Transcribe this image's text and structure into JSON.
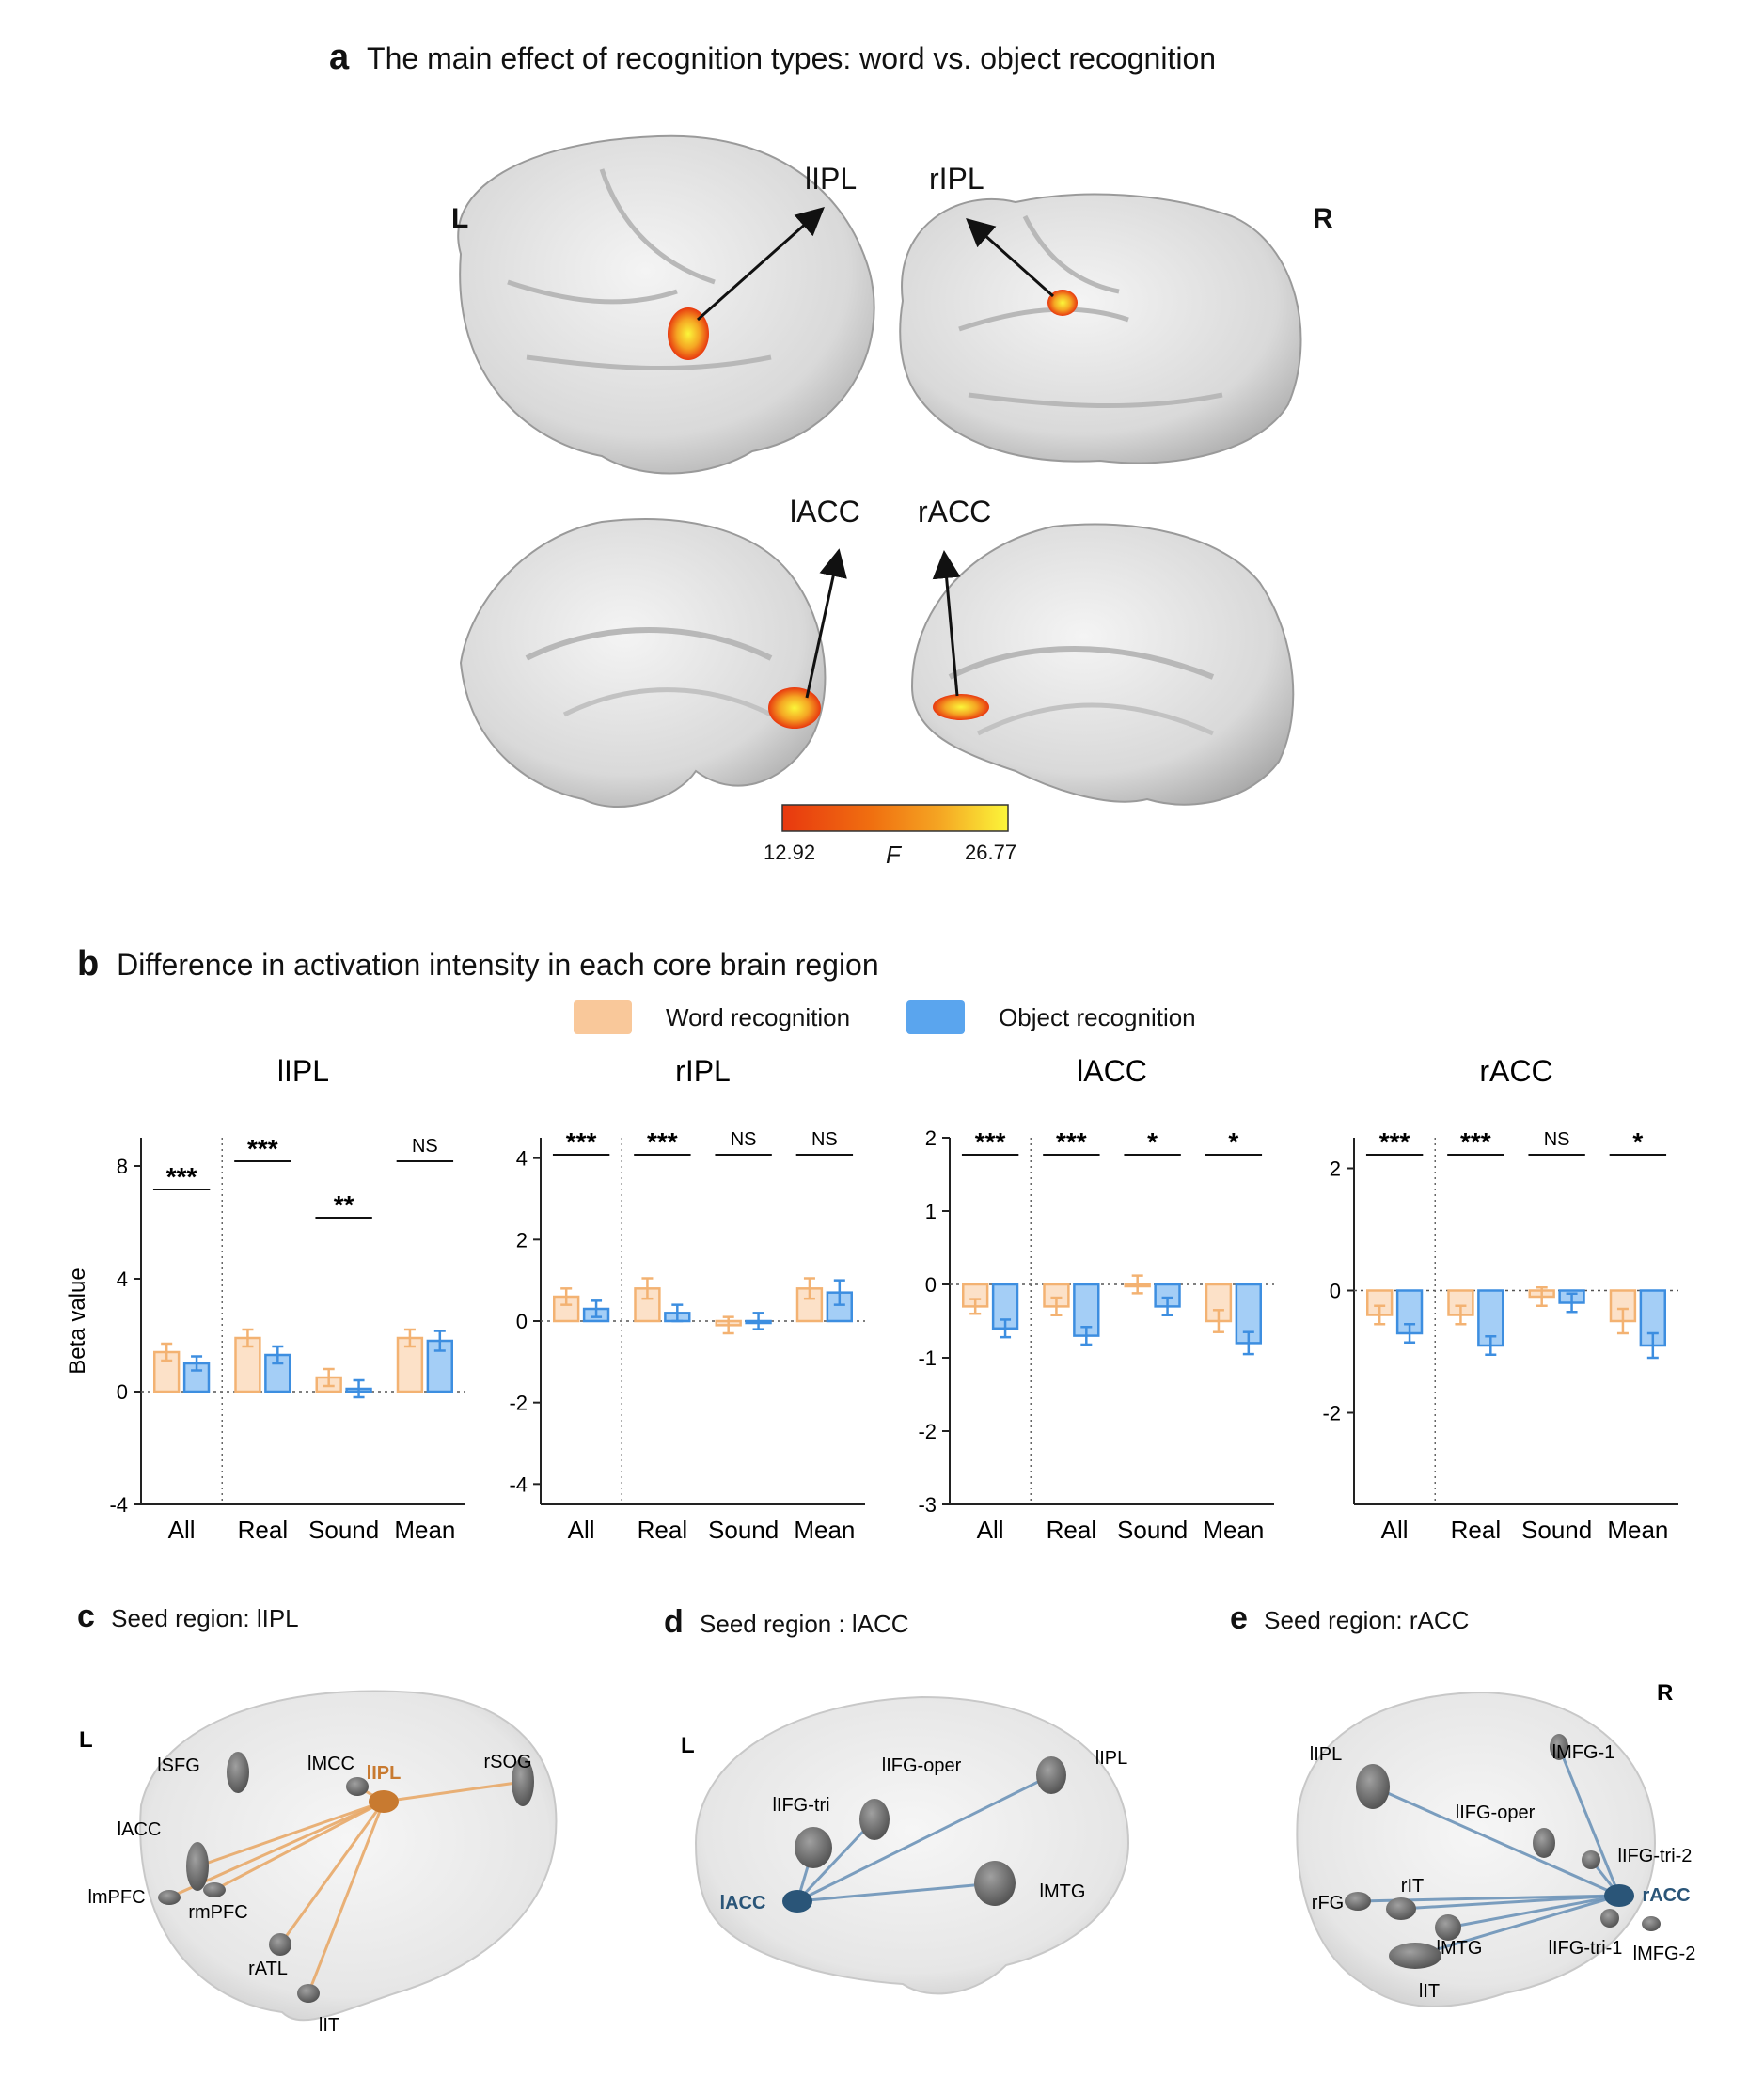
{
  "panel_a": {
    "letter": "a",
    "title": "The main effect of recognition types: word vs. object recognition",
    "hemi_left": "L",
    "hemi_right": "R",
    "region_labels": [
      "lIPL",
      "rIPL",
      "lACC",
      "rACC"
    ],
    "colorbar": {
      "min": "12.92",
      "max": "26.77",
      "label": "F",
      "colors": [
        "#e8380f",
        "#f07010",
        "#f5a623",
        "#f8d21c",
        "#fbf63a"
      ]
    }
  },
  "panel_b": {
    "letter": "b",
    "title": "Difference in activation intensity in each core brain region",
    "legend": [
      {
        "label": "Word recognition",
        "color": "#f9c89a"
      },
      {
        "label": "Object recognition",
        "color": "#5aa5ee"
      }
    ],
    "ylabel": "Beta value"
  },
  "chart_data": [
    {
      "type": "bar",
      "title": "lIPL",
      "ylabel": "Beta value",
      "categories": [
        "All",
        "Real",
        "Sound",
        "Mean"
      ],
      "ylim": [
        -4,
        9
      ],
      "yticks": [
        "-4",
        "0",
        "4",
        "8"
      ],
      "series": [
        {
          "name": "Word recognition",
          "values": [
            1.4,
            1.9,
            0.5,
            1.9
          ],
          "errors": [
            0.3,
            0.3,
            0.3,
            0.3
          ]
        },
        {
          "name": "Object recognition",
          "values": [
            1.0,
            1.3,
            0.1,
            1.8
          ],
          "errors": [
            0.25,
            0.3,
            0.3,
            0.35
          ]
        }
      ],
      "significance": [
        "***",
        "***",
        "**",
        "NS"
      ]
    },
    {
      "type": "bar",
      "title": "rIPL",
      "ylabel": "Beta value",
      "categories": [
        "All",
        "Real",
        "Sound",
        "Mean"
      ],
      "ylim": [
        -4.5,
        4.5
      ],
      "yticks": [
        "-4",
        "-2",
        "0",
        "2",
        "4"
      ],
      "series": [
        {
          "name": "Word recognition",
          "values": [
            0.6,
            0.8,
            -0.1,
            0.8
          ],
          "errors": [
            0.2,
            0.25,
            0.2,
            0.25
          ]
        },
        {
          "name": "Object recognition",
          "values": [
            0.3,
            0.2,
            0.0,
            0.7
          ],
          "errors": [
            0.2,
            0.2,
            0.2,
            0.3
          ]
        }
      ],
      "significance": [
        "***",
        "***",
        "NS",
        "NS"
      ]
    },
    {
      "type": "bar",
      "title": "lACC",
      "ylabel": "Beta value",
      "categories": [
        "All",
        "Real",
        "Sound",
        "Mean"
      ],
      "ylim": [
        -3,
        2
      ],
      "yticks": [
        "-3",
        "-2",
        "-1",
        "0",
        "1",
        "2"
      ],
      "series": [
        {
          "name": "Word recognition",
          "values": [
            -0.3,
            -0.3,
            0.0,
            -0.5
          ],
          "errors": [
            0.1,
            0.12,
            0.12,
            0.15
          ]
        },
        {
          "name": "Object recognition",
          "values": [
            -0.6,
            -0.7,
            -0.3,
            -0.8
          ],
          "errors": [
            0.12,
            0.12,
            0.12,
            0.15
          ]
        }
      ],
      "significance": [
        "***",
        "***",
        "*",
        "*"
      ]
    },
    {
      "type": "bar",
      "title": "rACC",
      "ylabel": "Beta value",
      "categories": [
        "All",
        "Real",
        "Sound",
        "Mean"
      ],
      "ylim": [
        -3.5,
        2.5
      ],
      "yticks": [
        "-2",
        "0",
        "2"
      ],
      "series": [
        {
          "name": "Word recognition",
          "values": [
            -0.4,
            -0.4,
            -0.1,
            -0.5
          ],
          "errors": [
            0.15,
            0.15,
            0.15,
            0.2
          ]
        },
        {
          "name": "Object recognition",
          "values": [
            -0.7,
            -0.9,
            -0.2,
            -0.9
          ],
          "errors": [
            0.15,
            0.15,
            0.15,
            0.2
          ]
        }
      ],
      "significance": [
        "***",
        "***",
        "NS",
        "*"
      ]
    }
  ],
  "panel_c": {
    "letter": "c",
    "title": "Seed region: lIPL",
    "hemi": "L",
    "seed": "lIPL",
    "seed_color": "#c87a30",
    "edge_color": "#e8a868",
    "nodes": [
      "lSFG",
      "lMCC",
      "rSOG",
      "lACC",
      "lmPFC",
      "rmPFC",
      "rATL",
      "lIT"
    ]
  },
  "panel_d": {
    "letter": "d",
    "title": "Seed region : lACC",
    "hemi": "L",
    "seed": "lACC",
    "seed_color": "#2a5578",
    "edge_color": "#6d94b8",
    "nodes": [
      "lIFG-tri",
      "lIFG-oper",
      "lIPL",
      "lMTG"
    ]
  },
  "panel_e": {
    "letter": "e",
    "title": "Seed region: rACC",
    "hemi": "R",
    "seed": "rACC",
    "seed_color": "#2a5578",
    "edge_color": "#6d94b8",
    "nodes": [
      "lIPL",
      "lMFG-1",
      "lIFG-oper",
      "lIFG-tri-2",
      "rIT",
      "rFG",
      "lMTG",
      "lIFG-tri-1",
      "lMFG-2",
      "lIT"
    ]
  }
}
